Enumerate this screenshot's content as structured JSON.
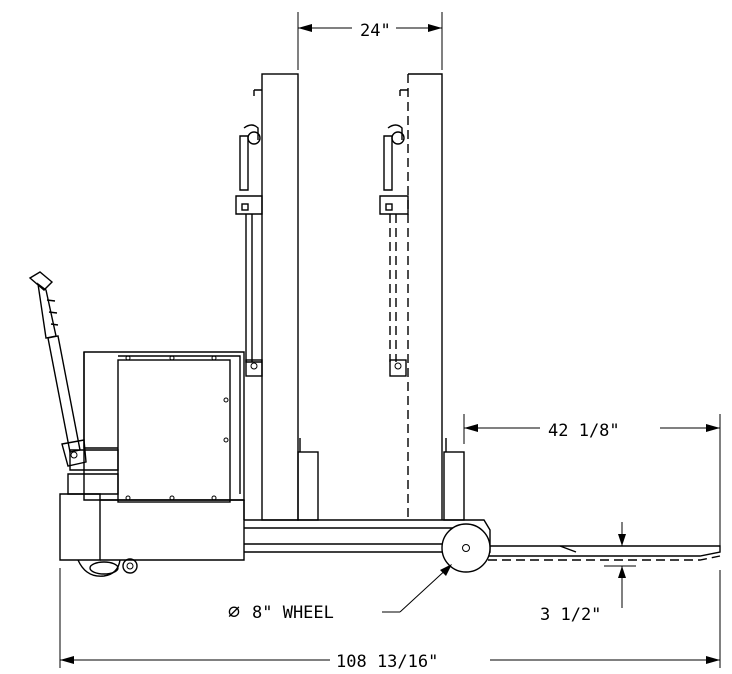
{
  "dimensions": {
    "mast_travel": "24\"",
    "fork_length": "42 1/8\"",
    "wheel_diameter": "8\" WHEEL",
    "wheel_symbol": "∅",
    "fork_height": "3 1/2\"",
    "overall_length": "108 13/16\""
  }
}
